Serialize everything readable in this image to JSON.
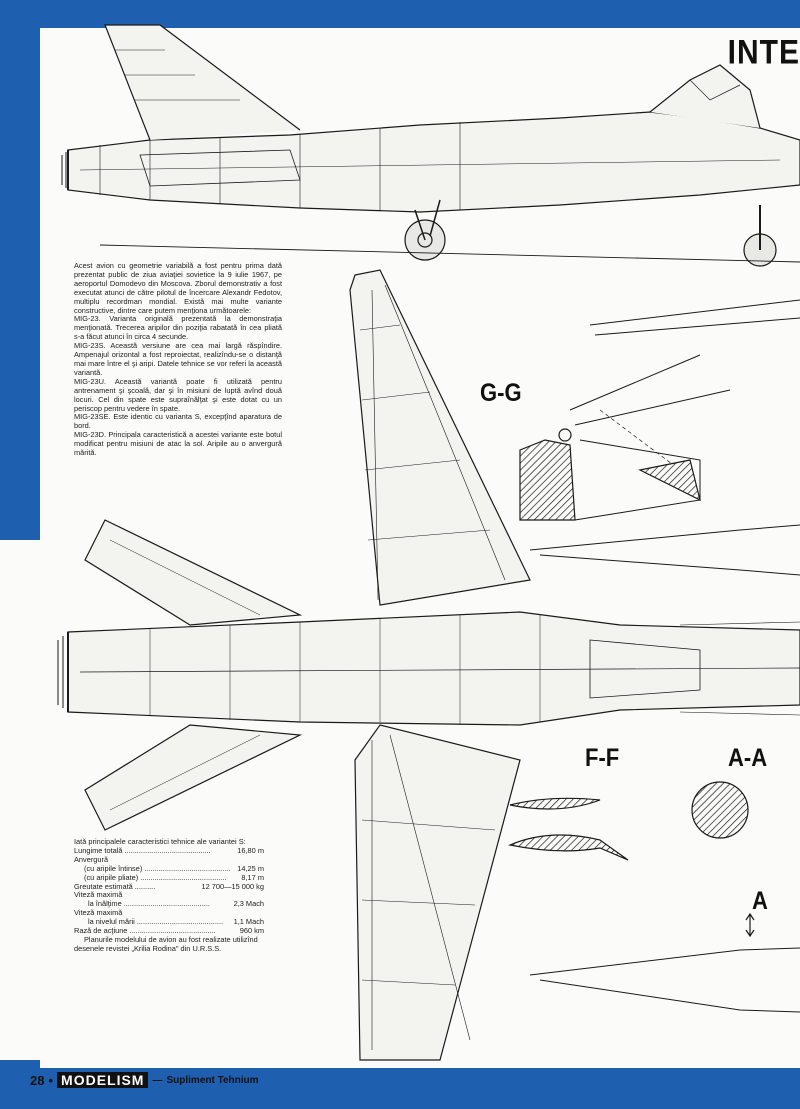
{
  "header": {
    "title": "INTE"
  },
  "sections": {
    "gg": "G-G",
    "ff": "F-F",
    "aa": "A-A",
    "a": "A"
  },
  "intro": {
    "paragraphs": [
      "Acest avion cu geometrie variabilă a fost pentru prima dată prezentat public de ziua aviaţiei sovietice la 9 iulie 1967, pe aeroportul Domodevo din Moscova. Zborul demonstrativ a fost executat atunci de către pilotul de încercare Alexandr Fedotov, multiplu recordman mondial. Există mai multe variante constructive, dintre care putem menţiona următoarele:",
      "MIG-23. Varianta originală prezentată la demonstraţia menţionată. Trecerea aripilor din poziţia rabatată în cea pliată s-a făcut atunci în circa 4 secunde.",
      "MIG-23S. Această versiune are cea mai largă răspîndire. Ampenajul orizontal a fost reproiectat, realizîndu-se o distanţă mai mare între el şi aripi. Datele tehnice se vor referi la această variantă.",
      "MIG-23U. Această variantă poate fi utilizată pentru antrenament şi şcoală, dar şi în misiuni de luptă avînd două locuri. Cel din spate este supraînălţat şi este dotat cu un periscop pentru vedere în spate.",
      "MIG-23SE. Este identic cu varianta S, excepţînd aparatura de bord.",
      "MIG-23D. Principala caracteristică a acestei variante este botul modificat pentru misiuni de atac la sol. Aripile au o anvergură mărită."
    ]
  },
  "specs": {
    "heading": "Iată principalele caracteristici tehnice ale variantei S:",
    "length_label": "Lungime totală",
    "length_value": "16,80 m",
    "span_label": "Anvergură",
    "span_open_label": "(cu aripile întinse)",
    "span_open_value": "14,25 m",
    "span_folded_label": "(cu aripile pliate)",
    "span_folded_value": "8,17 m",
    "weight_label": "Greutate estimată",
    "weight_value": "12 700—15 000 kg",
    "speed_alt_label1": "Viteză maximă",
    "speed_alt_label2": "la înălţime",
    "speed_alt_value": "2,3 Mach",
    "speed_sea_label1": "Viteză maximă",
    "speed_sea_label2": "la nivelul mării",
    "speed_sea_value": "1,1 Mach",
    "range_label": "Rază de acţiune",
    "range_value": "960 km",
    "note": "Planurile modelului de avion au fost realizate utilizînd desenele revistei „Krilia Rodina\" din U.R.S.S."
  },
  "footer": {
    "page": "28",
    "brand": "MODELISM",
    "separator": "—",
    "subtitle": "Supliment Tehnium"
  },
  "colors": {
    "background": "#1f5fb0",
    "paper": "#fbfbf9",
    "ink": "#111111"
  }
}
